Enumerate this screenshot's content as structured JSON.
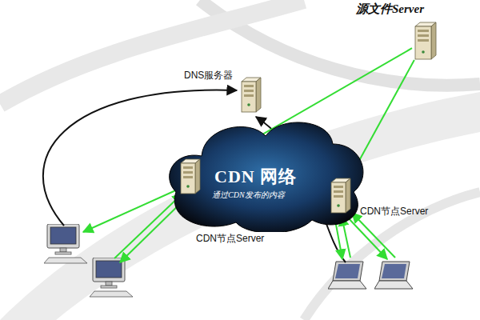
{
  "diagram": {
    "nodes": [
      {
        "text": [
          "源文件Server"
        ]
      },
      {
        "text": [
          "DNS服务器"
        ]
      },
      {
        "text": [
          "CDN 网络",
          "通过CDN发布的内容"
        ]
      },
      {
        "text": [
          "CDN节点Server"
        ],
        "in": 2
      },
      {
        "text": [
          "CDN节点Server"
        ]
      }
    ],
    "edges": [
      {
        "from": 0,
        "to": 3,
        "arrow": "to"
      },
      {
        "from": 0,
        "to": 4,
        "arrow": "to"
      }
    ]
  }
}
